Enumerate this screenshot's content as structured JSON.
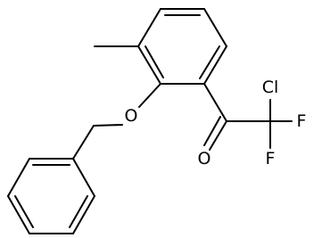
{
  "diagram": {
    "kind": "chemical-structure",
    "atoms": {
      "oxygen_ether": "O",
      "oxygen_carbonyl": "O",
      "chlorine": "Cl",
      "fluorine_right": "F",
      "fluorine_bottom": "F"
    }
  }
}
